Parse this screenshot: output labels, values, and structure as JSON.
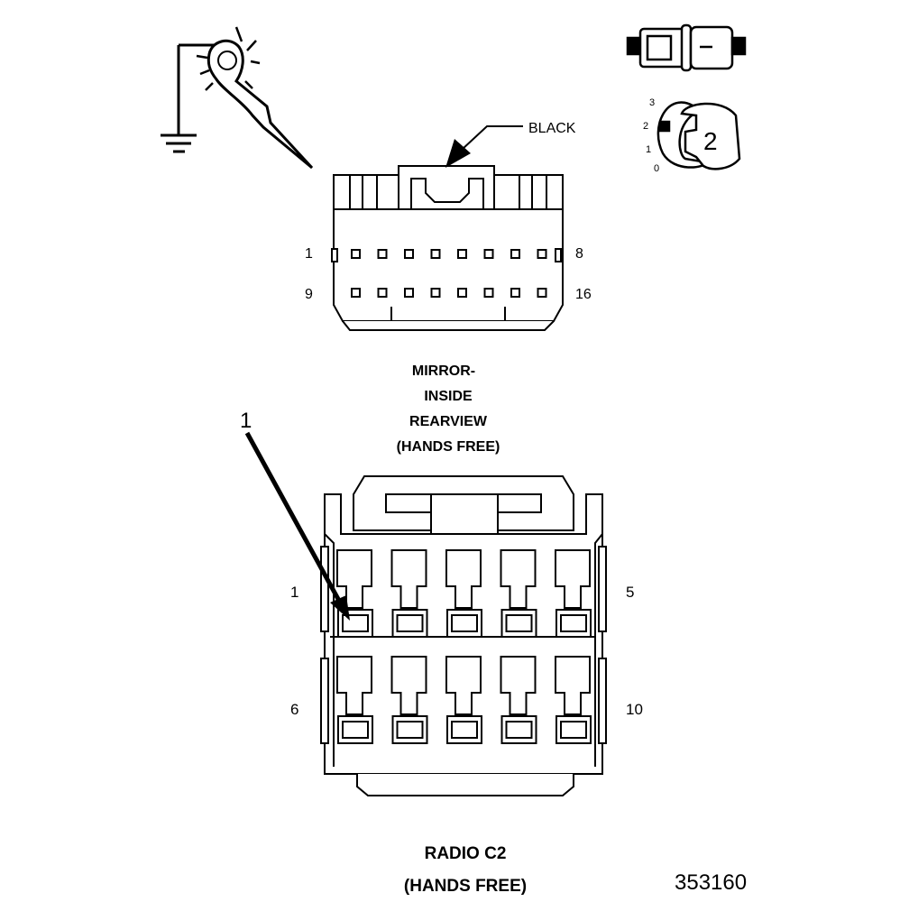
{
  "upper_connector": {
    "color_label": "BLACK",
    "pin_first_top": "1",
    "pin_last_top": "8",
    "pin_first_bottom": "9",
    "pin_last_bottom": "16",
    "title_lines": [
      "MIRROR-",
      "INSIDE",
      "REARVIEW",
      "(HANDS FREE)"
    ]
  },
  "lower_connector": {
    "callout": "1",
    "pin_first_top": "1",
    "pin_last_top": "5",
    "pin_first_bottom": "6",
    "pin_last_bottom": "10",
    "title_lines": [
      "RADIO C2",
      "(HANDS FREE)"
    ]
  },
  "lock_icon": {
    "position_labels": [
      "3",
      "2",
      "1",
      "0"
    ],
    "selected": "2"
  },
  "figure_number": "353160"
}
